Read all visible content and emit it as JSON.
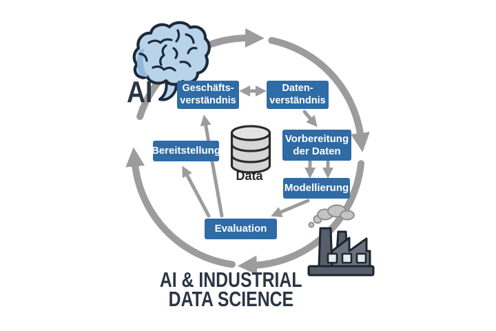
{
  "title": {
    "line1": "AI & INDUSTRIAL",
    "line2": "DATA SCIENCE"
  },
  "labels": {
    "ai": "AI",
    "data": "Data"
  },
  "boxes": {
    "geschaeftsverstaendnis": "Geschäfts-\nverständnis",
    "datenverstaendnis": "Daten-\nverständnis",
    "vorbereitung_der_daten": "Vorbereitung\nder Daten",
    "modellierung": "Modellierung",
    "evaluation": "Evaluation",
    "bereitstellung": "Bereitstellung"
  },
  "icons": [
    "brain-icon",
    "database-icon",
    "factory-icon",
    "smoke-icon",
    "cycle-arrow-top",
    "cycle-arrow-right",
    "cycle-arrow-bottom",
    "cycle-arrow-left"
  ],
  "colors": {
    "background": "#ffffff",
    "box_blue": "#2f6ba5",
    "arrow_gray": "#9c9c9c",
    "title_dark": "#2c3543",
    "brain_fill": "#b9d4ea",
    "brain_shade": "#93b8da",
    "outline_dark": "#1c2a3a",
    "cylinder_fill": "#d6d6d6",
    "cylinder_top": "#e3e3e3",
    "factory_dark": "#565f69",
    "factory_body": "#6a737d",
    "window_light": "#e8ebee",
    "smoke_gray": "#c4c4c4"
  }
}
